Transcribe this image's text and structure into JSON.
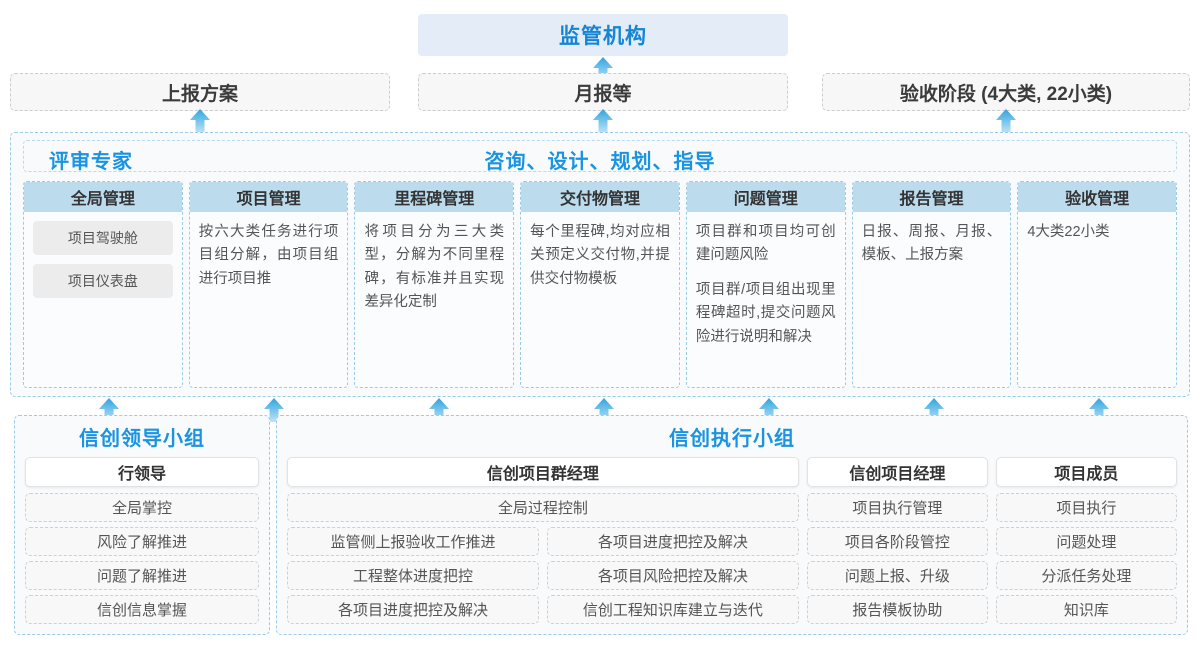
{
  "top": {
    "regulator": "监管机构",
    "reports": [
      "上报方案",
      "月报等",
      "验收阶段 (4大类, 22小类)"
    ]
  },
  "band": {
    "title_left": "评审专家",
    "title_center": "咨询、设计、规划、指导",
    "columns": [
      {
        "head": "全局管理",
        "kind": "pills",
        "items": [
          "项目驾驶舱",
          "项目仪表盘"
        ]
      },
      {
        "head": "项目管理",
        "kind": "paragraphs",
        "items": [
          "按六大类任务进行项目组分解，由项目组进行项目推"
        ]
      },
      {
        "head": "里程碑管理",
        "kind": "paragraphs",
        "items": [
          "将项目分为三大类型，分解为不同里程碑，有标准并且实现差异化定制"
        ]
      },
      {
        "head": "交付物管理",
        "kind": "paragraphs",
        "items": [
          "每个里程碑,均对应相关预定义交付物,并提供交付物模板"
        ]
      },
      {
        "head": "问题管理",
        "kind": "paragraphs",
        "items": [
          "项目群和项目均可创建问题风险",
          "项目群/项目组出现里程碑超时,提交问题风险进行说明和解决"
        ]
      },
      {
        "head": "报告管理",
        "kind": "paragraphs",
        "items": [
          "日报、周报、月报、模板、上报方案"
        ]
      },
      {
        "head": "验收管理",
        "kind": "paragraphs-left",
        "items": [
          "4大类22小类"
        ]
      }
    ]
  },
  "bottom": {
    "lead_group": {
      "title": "信创领导小组",
      "role": "行领导",
      "tasks": [
        "全局掌控",
        "风险了解推进",
        "问题了解推进",
        "信创信息掌握"
      ]
    },
    "exec_group": {
      "title": "信创执行小组",
      "program_manager": {
        "role": "信创项目群经理",
        "full_task": "全局过程控制",
        "left_tasks": [
          "监管侧上报验收工作推进",
          "工程整体进度把控",
          "各项目进度把控及解决"
        ],
        "right_tasks": [
          "各项目进度把控及解决",
          "各项目风险把控及解决",
          "信创工程知识库建立与迭代"
        ]
      },
      "project_manager": {
        "role": "信创项目经理",
        "tasks": [
          "项目执行管理",
          "项目各阶段管控",
          "问题上报、升级",
          "报告模板协助"
        ]
      },
      "member": {
        "role": "项目成员",
        "tasks": [
          "项目执行",
          "问题处理",
          "分派任务处理",
          "知识库"
        ]
      }
    }
  },
  "colors": {
    "accent_blue": "#1a94e0",
    "header_blue": "#bcdcee",
    "regulator_bg": "#e3ecf7",
    "arrow_top": "#2fa5e0",
    "arrow_bottom": "#cfe8f7"
  }
}
